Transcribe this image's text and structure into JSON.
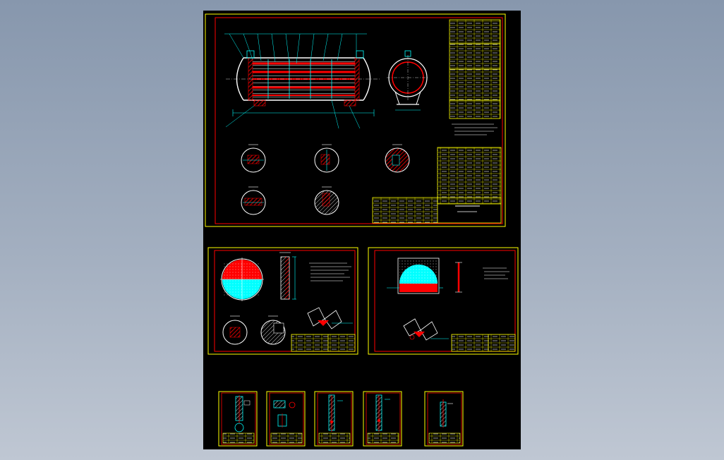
{
  "viewport": {
    "background_top": "#8797ad",
    "background_bottom": "#bfc7d3",
    "model_space_color": "#000000"
  },
  "colors": {
    "border_yellow": "#ffff00",
    "frame_red": "#ff0000",
    "line_cyan": "#00ffff",
    "line_white": "#ffffff",
    "hatch_red": "#ff0000"
  },
  "sheets": [
    {
      "id": "main-assembly",
      "kind": "assembly-drawing"
    },
    {
      "id": "tube-sheet-detail",
      "kind": "part-drawing"
    },
    {
      "id": "baffle-detail",
      "kind": "part-drawing"
    },
    {
      "id": "small-part-1",
      "kind": "part-drawing"
    },
    {
      "id": "small-part-2",
      "kind": "part-drawing"
    },
    {
      "id": "small-part-3",
      "kind": "part-drawing"
    },
    {
      "id": "small-part-4",
      "kind": "part-drawing"
    },
    {
      "id": "small-part-5",
      "kind": "part-drawing"
    }
  ]
}
